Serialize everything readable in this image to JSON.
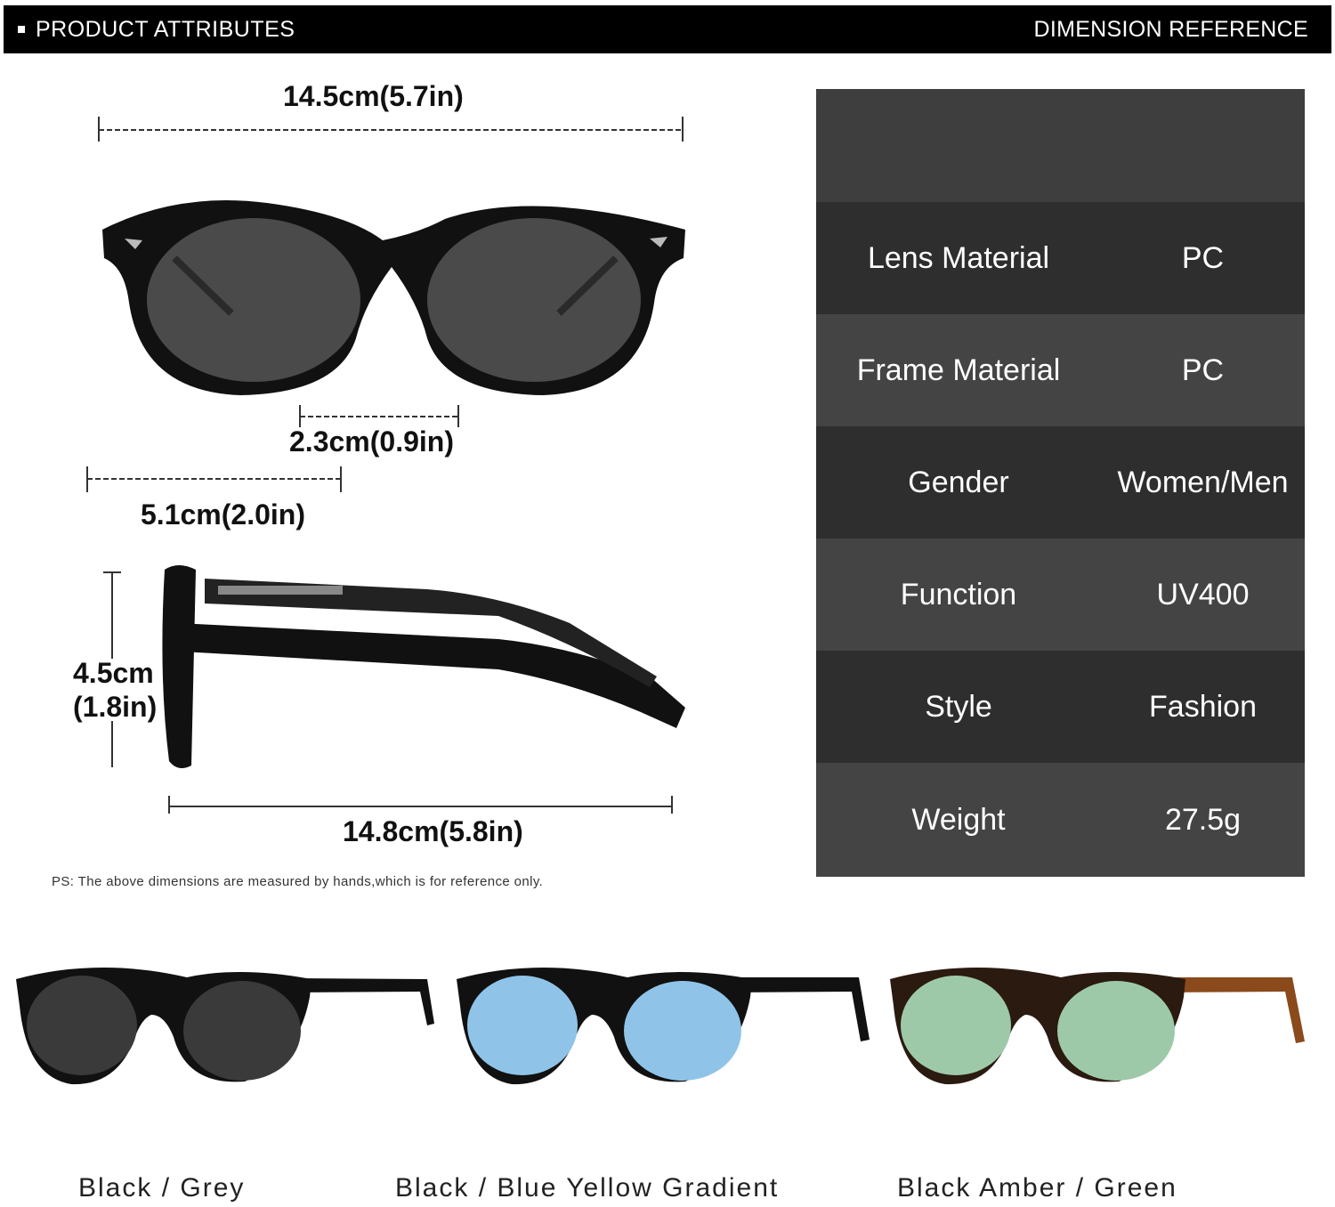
{
  "header": {
    "left_title": "PRODUCT ATTRIBUTES",
    "right_title": "DIMENSION REFERENCE"
  },
  "dimensions": {
    "frame_width": "14.5cm(5.7in)",
    "bridge_width": "2.3cm(0.9in)",
    "lens_width": "5.1cm(2.0in)",
    "lens_height_cm": "4.5cm",
    "lens_height_in": "(1.8in)",
    "temple_length": "14.8cm(5.8in)"
  },
  "note": "PS: The above dimensions are measured by hands,which is for reference only.",
  "specs": [
    {
      "key": "Lens Material",
      "value": "PC"
    },
    {
      "key": "Frame Material",
      "value": "PC"
    },
    {
      "key": "Gender",
      "value": "Women/Men"
    },
    {
      "key": "Function",
      "value": "UV400"
    },
    {
      "key": "Style",
      "value": "Fashion"
    },
    {
      "key": "Weight",
      "value": "27.5g"
    }
  ],
  "variants": [
    {
      "label": "Black / Grey",
      "frame_color": "#111111",
      "lens_color": "#3a3a3a",
      "temple_color": "#111111"
    },
    {
      "label": "Black / Blue Yellow Gradient",
      "frame_color": "#111111",
      "lens_color": "#8fc4e8",
      "temple_color": "#111111"
    },
    {
      "label": "Black Amber / Green",
      "frame_color": "#2a1a10",
      "lens_color": "#9ec9a8",
      "temple_color": "#8a4a1c"
    }
  ],
  "colors": {
    "panel_dark": "#2e2e2e",
    "panel_light": "#444444",
    "header_bg": "#000000",
    "frame_black": "#111111",
    "lens_grey": "#4a4a4a"
  }
}
